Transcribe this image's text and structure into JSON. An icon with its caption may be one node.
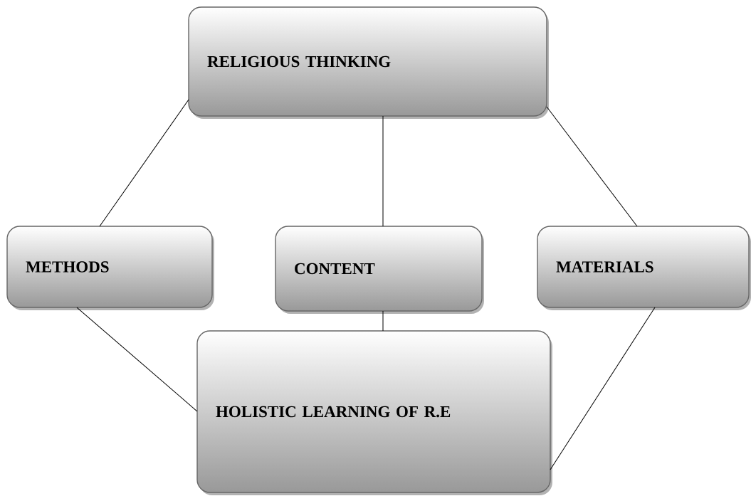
{
  "diagram": {
    "nodes": [
      {
        "text": [
          "RELIGIOUS THINKING"
        ]
      },
      {
        "text": [
          "METHODS"
        ]
      },
      {
        "text": [
          "CONTENT"
        ]
      },
      {
        "text": [
          "MATERIALS"
        ]
      },
      {
        "text": [
          "HOLISTIC LEARNING OF R.E"
        ]
      }
    ],
    "edges": [
      {
        "from": 0,
        "to": 1,
        "arrow": "none"
      },
      {
        "from": 0,
        "to": 2,
        "arrow": "none"
      },
      {
        "from": 0,
        "to": 3,
        "arrow": "none"
      },
      {
        "from": 1,
        "to": 4,
        "arrow": "none"
      },
      {
        "from": 2,
        "to": 4,
        "arrow": "none"
      },
      {
        "from": 3,
        "to": 4,
        "arrow": "none"
      }
    ]
  }
}
